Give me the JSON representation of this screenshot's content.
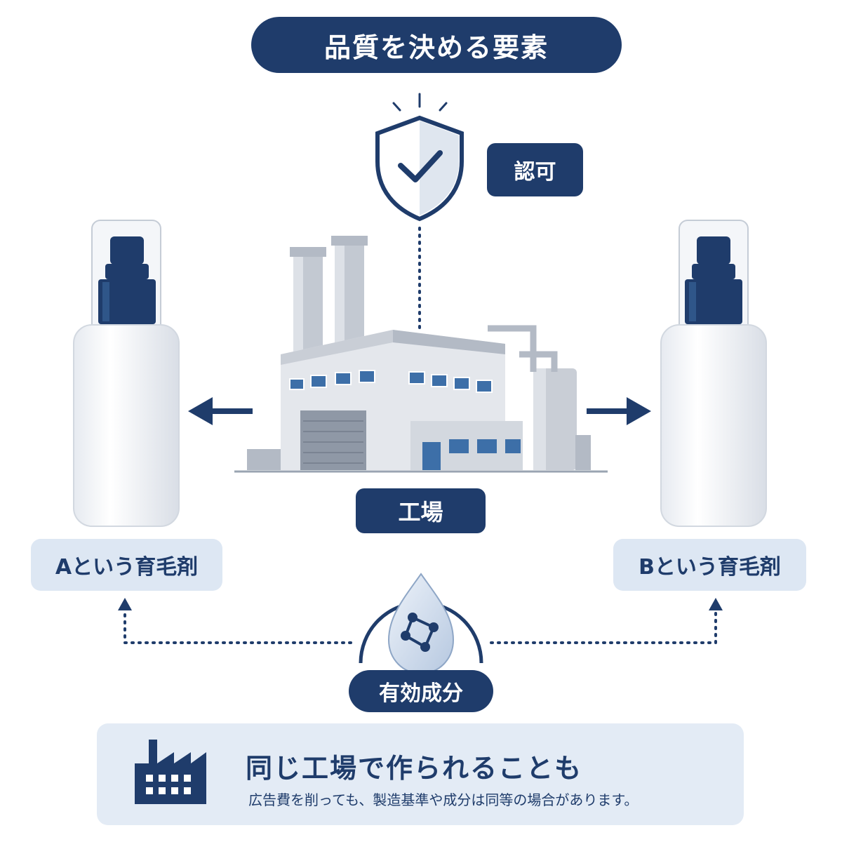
{
  "title": "品質を決める要素",
  "badges": {
    "permit": "認可",
    "factory": "工場",
    "ingredient": "有効成分"
  },
  "products": {
    "a_label": "Aという育毛剤",
    "b_label": "Bという育毛剤"
  },
  "note": {
    "heading": "同じ工場で作られることも",
    "description": "広告費を削っても、製造基準や成分は同等の場合があります。"
  },
  "colors": {
    "navy": "#1f3c6b",
    "light_blue": "#dde7f3",
    "factory_gray": "#c9ced6"
  }
}
